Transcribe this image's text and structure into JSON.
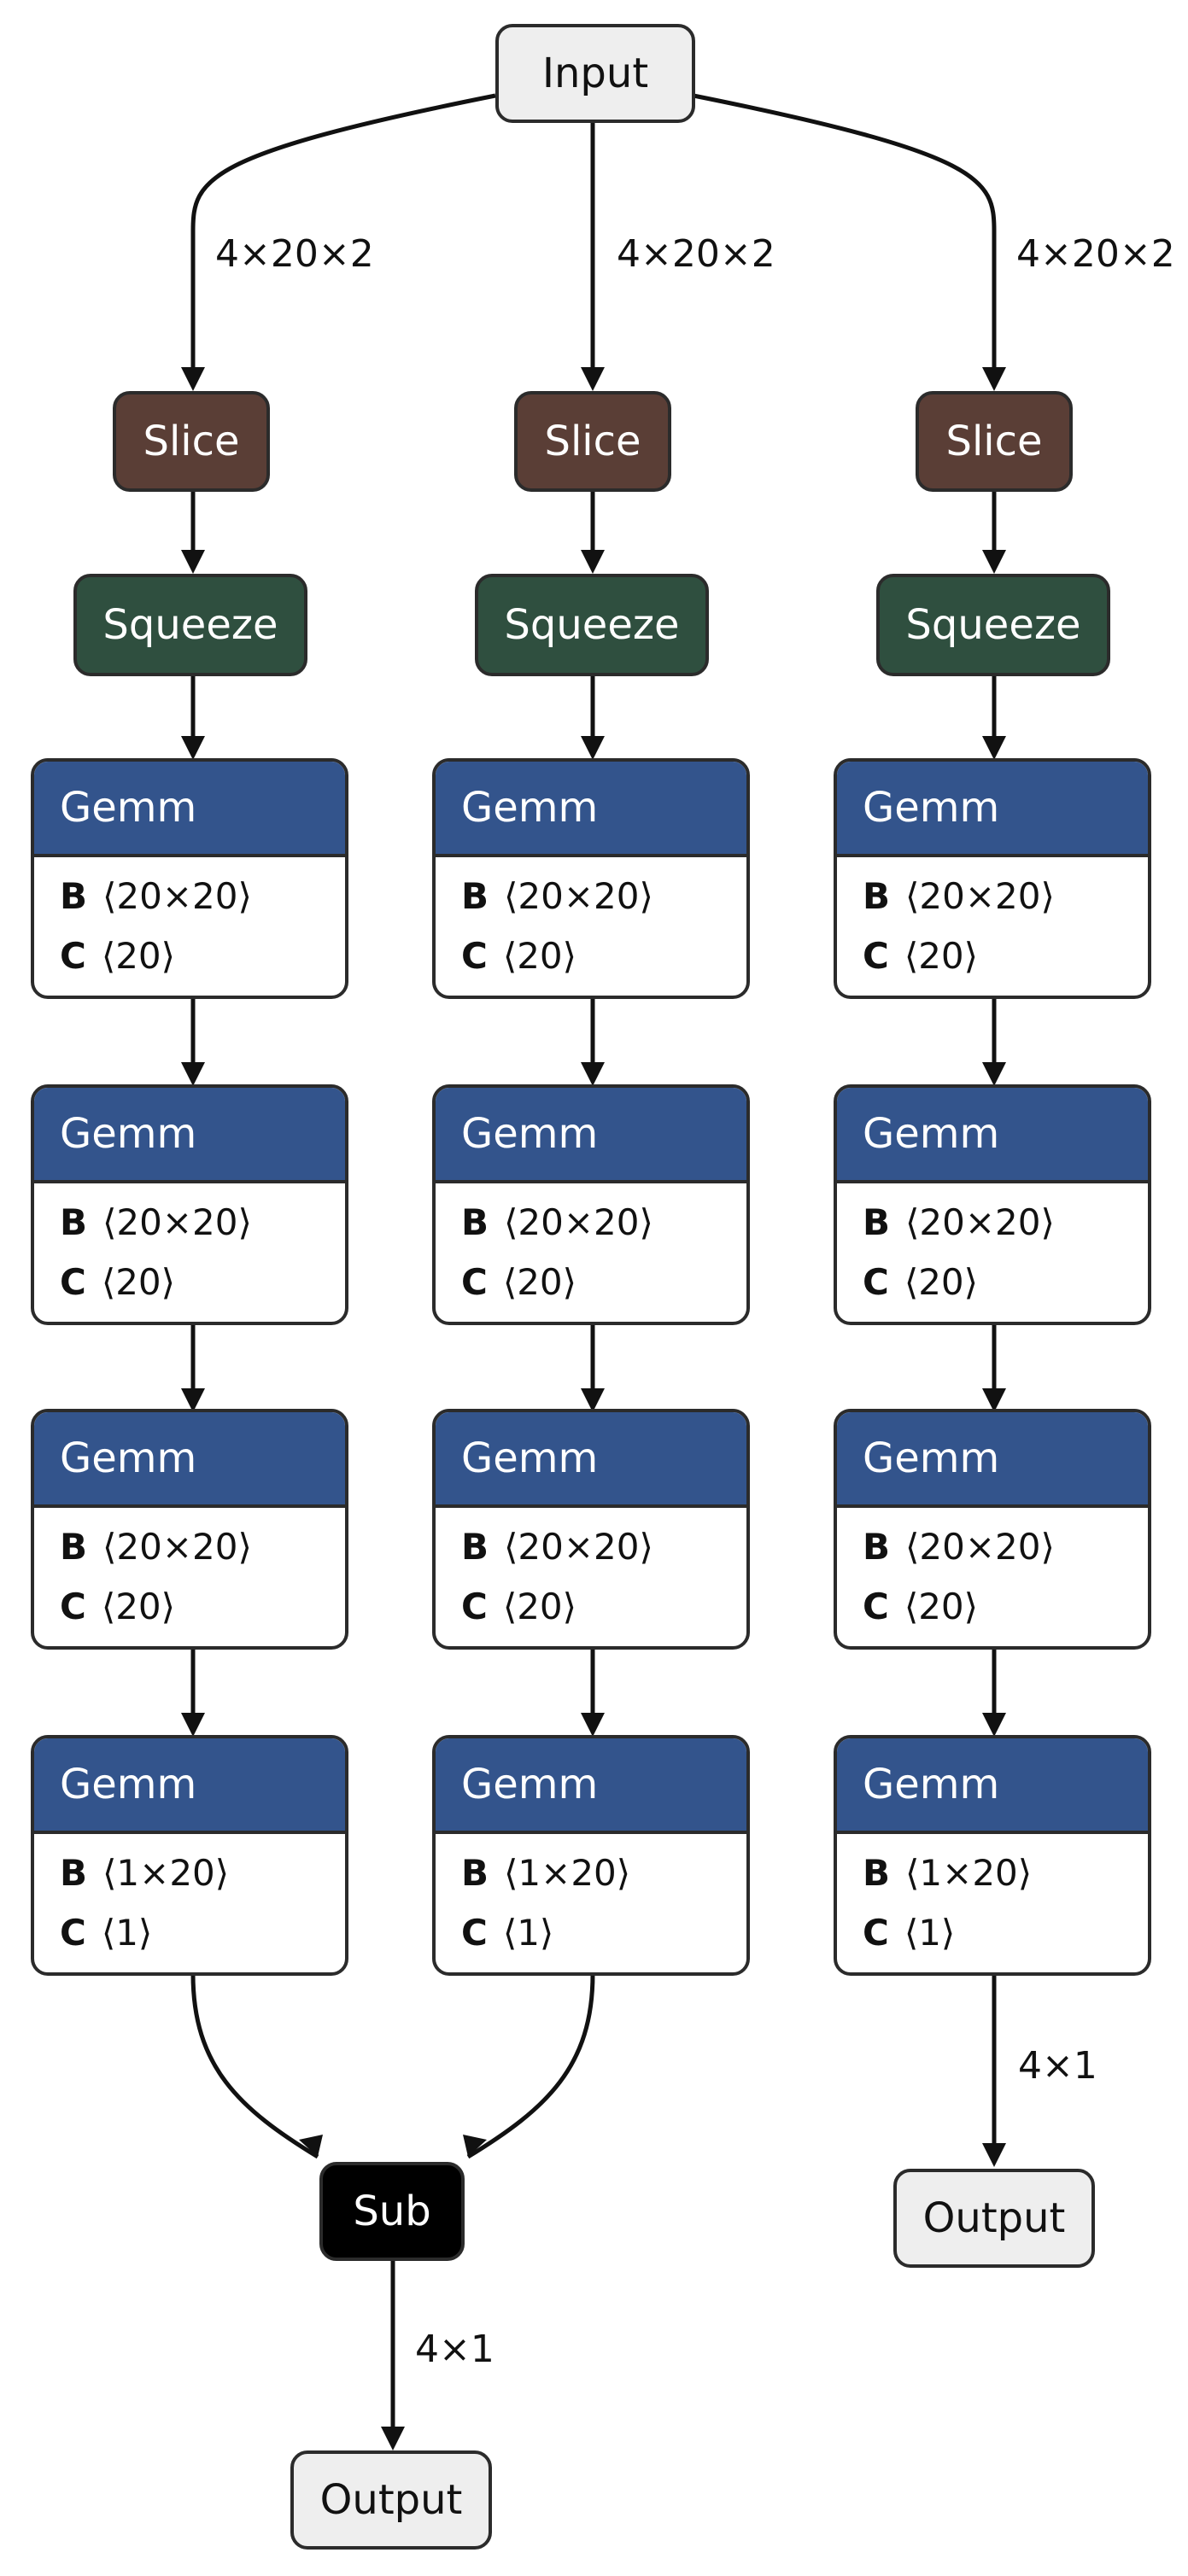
{
  "input_label": "Input",
  "slice_label": "Slice",
  "squeeze_label": "Squeeze",
  "gemm_label": "Gemm",
  "sub_label": "Sub",
  "output_label": "Output",
  "input_shape": "4×20×2",
  "output_shape": "4×1",
  "param_b": "B",
  "param_c": "C",
  "gemm_b_hidden": "⟨20×20⟩",
  "gemm_c_hidden": "⟨20⟩",
  "gemm_b_final": "⟨1×20⟩",
  "gemm_c_final": "⟨1⟩",
  "colors": {
    "io": "#eeeeee",
    "slice": "#5a3e36",
    "squeeze": "#2f4f3f",
    "gemm_header": "#33548c",
    "sub": "#000000",
    "stroke": "#2b2b2b"
  }
}
